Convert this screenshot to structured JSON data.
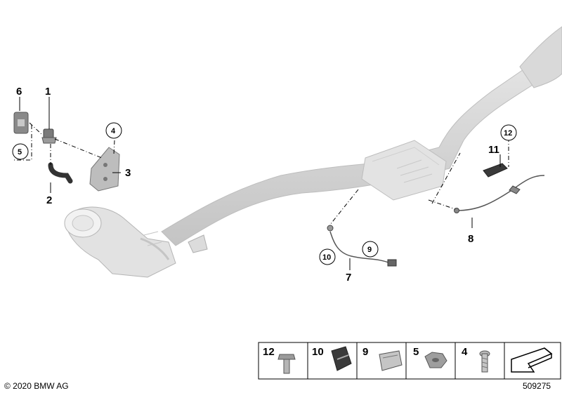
{
  "diagram": {
    "callouts": [
      "1",
      "2",
      "3",
      "4",
      "5",
      "6",
      "7",
      "8",
      "9",
      "10",
      "11",
      "12"
    ],
    "legend": {
      "items": [
        {
          "number": "12",
          "icon": "hex-flange-bolt-icon"
        },
        {
          "number": "10",
          "icon": "cable-clip-icon"
        },
        {
          "number": "9",
          "icon": "spring-clip-icon"
        },
        {
          "number": "5",
          "icon": "hex-flange-nut-icon"
        },
        {
          "number": "4",
          "icon": "torx-screw-icon"
        }
      ],
      "arrow_icon": "direction-arrow-icon"
    },
    "copyright": "© 2020 BMW AG",
    "reference_number": "509275"
  }
}
